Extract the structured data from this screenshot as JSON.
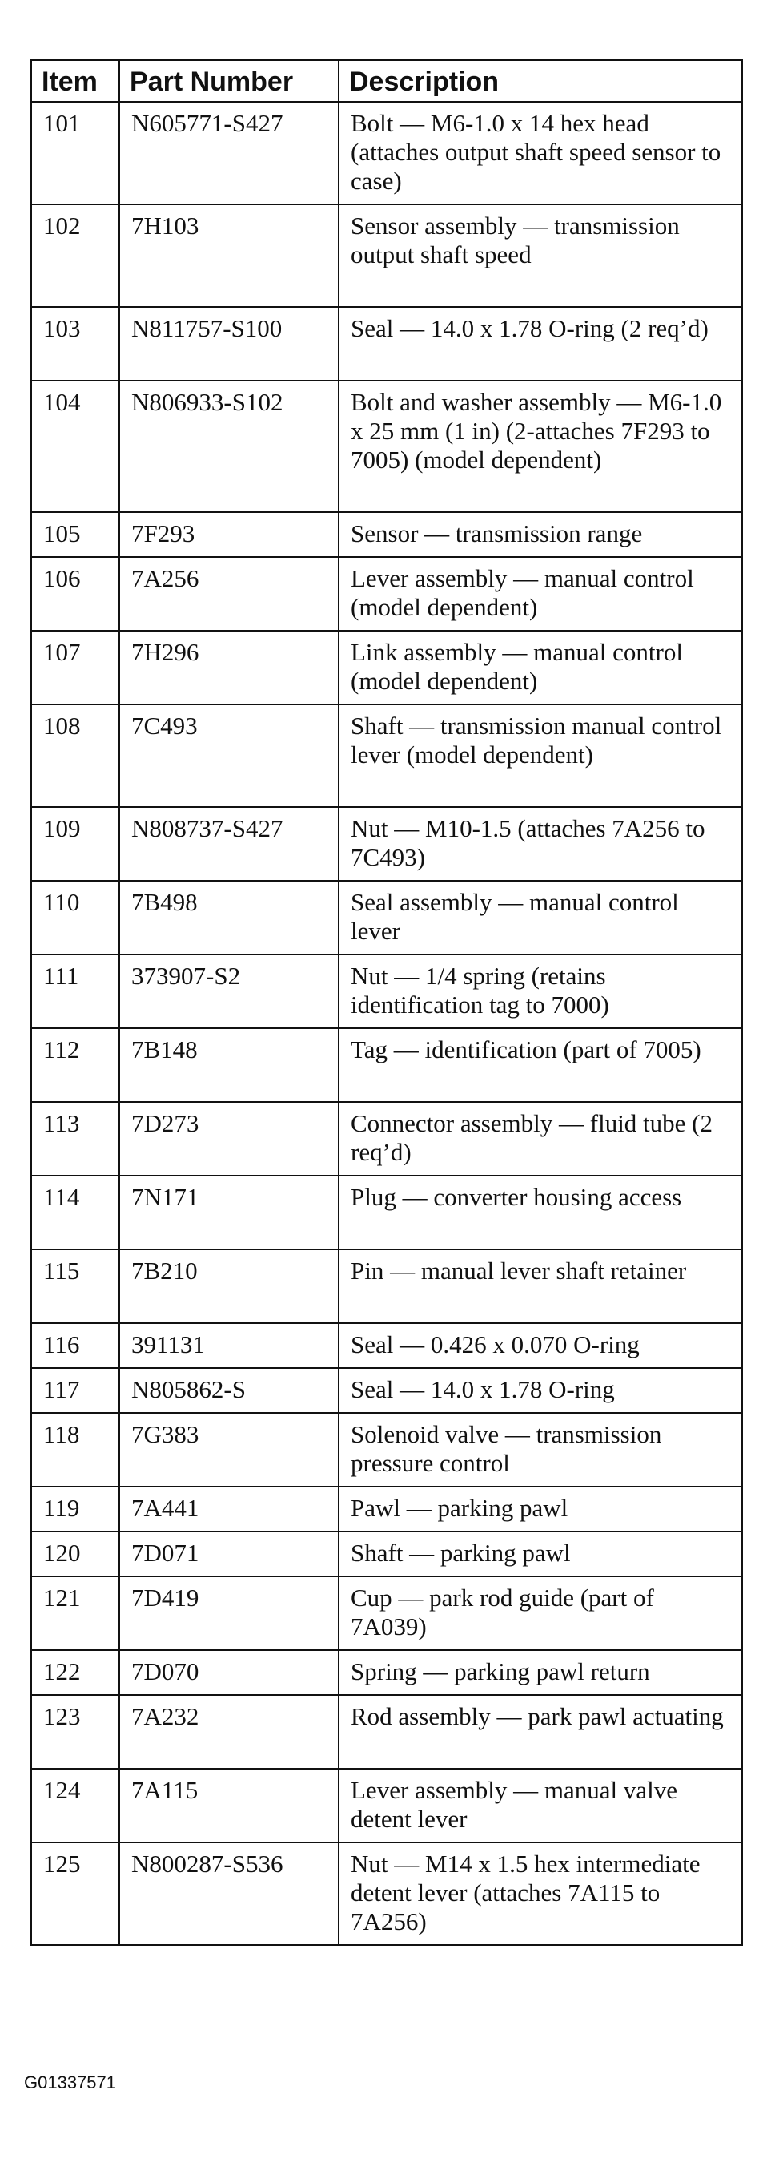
{
  "table": {
    "headers": {
      "item": "Item",
      "part_number": "Part Number",
      "description": "Description"
    },
    "rows": [
      {
        "item": "101",
        "part": "N605771-S427",
        "desc": "Bolt — M6-1.0 x 14 hex head (attaches output shaft speed sensor to case)",
        "lines": 3
      },
      {
        "item": "102",
        "part": "7H103",
        "desc": "Sensor assembly — transmission output shaft speed",
        "lines": 3
      },
      {
        "item": "103",
        "part": "N811757-S100",
        "desc": "Seal — 14.0 x 1.78 O-ring (2 req’d)",
        "lines": 2
      },
      {
        "item": "104",
        "part": "N806933-S102",
        "desc": "Bolt and washer assembly — M6-1.0 x 25 mm (1 in) (2-attaches 7F293 to 7005) (model dependent)",
        "lines": 4
      },
      {
        "item": "105",
        "part": "7F293",
        "desc": "Sensor — transmission range",
        "lines": 1
      },
      {
        "item": "106",
        "part": "7A256",
        "desc": "Lever assembly — manual control (model dependent)",
        "lines": 2
      },
      {
        "item": "107",
        "part": "7H296",
        "desc": "Link assembly — manual control (model dependent)",
        "lines": 2
      },
      {
        "item": "108",
        "part": "7C493",
        "desc": "Shaft — transmission manual control lever (model dependent)",
        "lines": 3
      },
      {
        "item": "109",
        "part": "N808737-S427",
        "desc": "Nut — M10-1.5 (attaches 7A256 to 7C493)",
        "lines": 2
      },
      {
        "item": "110",
        "part": "7B498",
        "desc": "Seal assembly — manual control lever",
        "lines": 2
      },
      {
        "item": "111",
        "part": "373907-S2",
        "desc": "Nut — 1/4 spring (retains identification tag to 7000)",
        "lines": 2
      },
      {
        "item": "112",
        "part": "7B148",
        "desc": "Tag — identification (part of 7005)",
        "lines": 2
      },
      {
        "item": "113",
        "part": "7D273",
        "desc": "Connector assembly — fluid tube (2 req’d)",
        "lines": 2
      },
      {
        "item": "114",
        "part": "7N171",
        "desc": "Plug — converter housing access",
        "lines": 2
      },
      {
        "item": "115",
        "part": "7B210",
        "desc": "Pin — manual lever shaft retainer",
        "lines": 2
      },
      {
        "item": "116",
        "part": "391131",
        "desc": "Seal — 0.426 x 0.070 O-ring",
        "lines": 1
      },
      {
        "item": "117",
        "part": "N805862-S",
        "desc": "Seal — 14.0 x 1.78 O-ring",
        "lines": 1
      },
      {
        "item": "118",
        "part": "7G383",
        "desc": "Solenoid valve — transmission pressure control",
        "lines": 2
      },
      {
        "item": "119",
        "part": "7A441",
        "desc": "Pawl — parking pawl",
        "lines": 1
      },
      {
        "item": "120",
        "part": "7D071",
        "desc": "Shaft — parking pawl",
        "lines": 1
      },
      {
        "item": "121",
        "part": "7D419",
        "desc": "Cup — park rod guide (part of 7A039)",
        "lines": 2
      },
      {
        "item": "122",
        "part": "7D070",
        "desc": "Spring — parking pawl return",
        "lines": 1
      },
      {
        "item": "123",
        "part": "7A232",
        "desc": "Rod assembly — park pawl actuating",
        "lines": 2
      },
      {
        "item": "124",
        "part": "7A115",
        "desc": "Lever assembly — manual valve detent lever",
        "lines": 2
      },
      {
        "item": "125",
        "part": "N800287-S536",
        "desc": "Nut — M14 x 1.5 hex intermediate detent lever (attaches 7A115 to 7A256)",
        "lines": 3
      }
    ]
  },
  "figure_id": "G01337571"
}
